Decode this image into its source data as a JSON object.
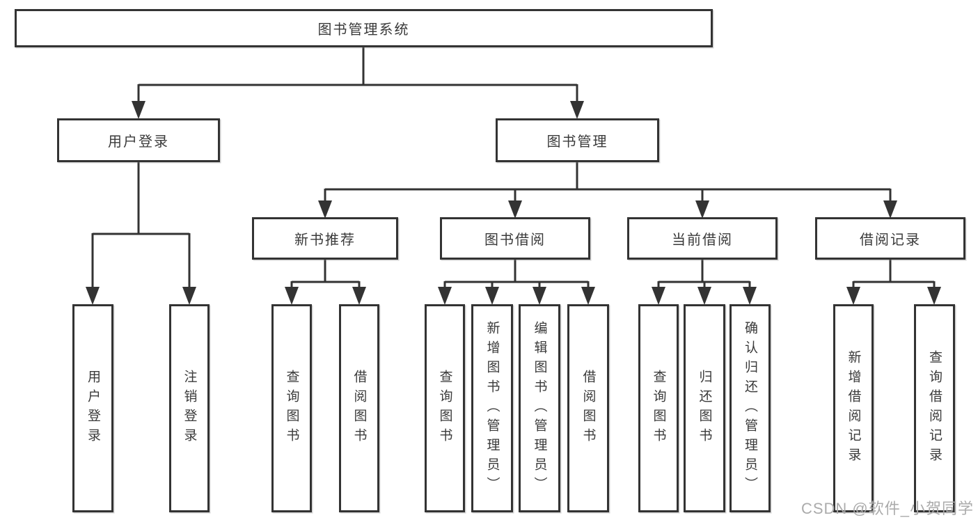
{
  "colors": {
    "line": "#333333",
    "text": "#3a3a3a",
    "background": "#ffffff",
    "watermark": "#ababab"
  },
  "watermark": {
    "text": "CSDN @软件_小贺同学"
  },
  "nodes": {
    "root": {
      "label": "图书管理系统"
    },
    "level2": [
      {
        "label": "用户登录"
      },
      {
        "label": "图书管理"
      }
    ],
    "level3": [
      {
        "label": "新书推荐"
      },
      {
        "label": "图书借阅"
      },
      {
        "label": "当前借阅"
      },
      {
        "label": "借阅记录"
      }
    ],
    "leaves": [
      {
        "label": "用户登录"
      },
      {
        "label": "注销登录"
      },
      {
        "label": "查询图书"
      },
      {
        "label": "借阅图书"
      },
      {
        "label": "查询图书"
      },
      {
        "label": "新增图书（管理员）"
      },
      {
        "label": "编辑图书（管理员）"
      },
      {
        "label": "借阅图书"
      },
      {
        "label": "查询图书"
      },
      {
        "label": "归还图书"
      },
      {
        "label": "确认归还（管理员）"
      },
      {
        "label": "新增借阅记录"
      },
      {
        "label": "查询借阅记录"
      }
    ]
  }
}
